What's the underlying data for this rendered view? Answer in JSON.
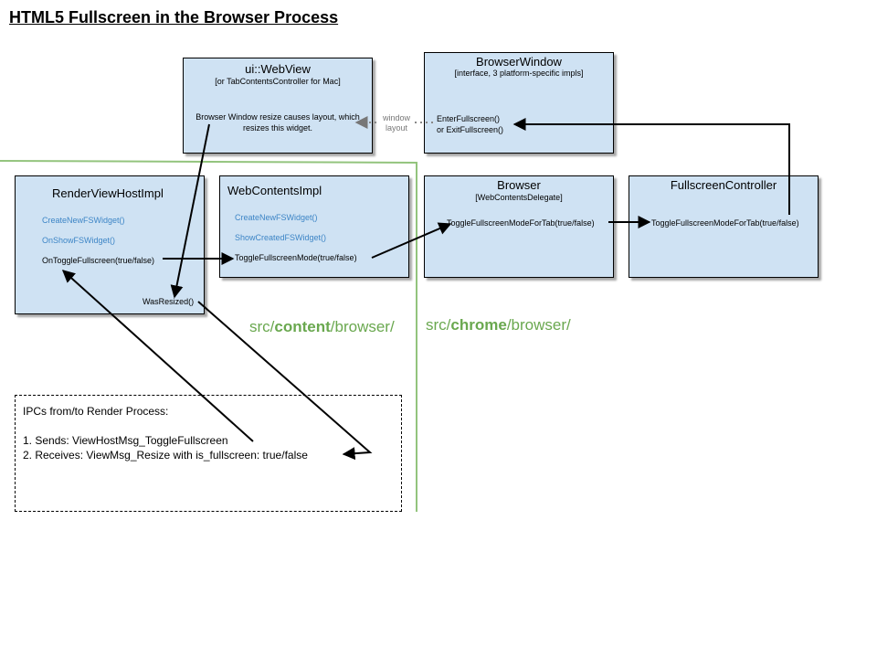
{
  "title": "HTML5 Fullscreen in the Browser Process",
  "webview": {
    "title": "ui::WebView",
    "subtitle": "[or TabContentsController for Mac]",
    "description": "Browser Window resize causes layout, which resizes this widget."
  },
  "browser_window": {
    "title": "BrowserWindow",
    "subtitle": "[interface, 3 platform-specific impls]",
    "method1": "EnterFullscreen()",
    "method2": "or ExitFullscreen()"
  },
  "window_layout_label": [
    "window",
    "layout"
  ],
  "rvhi": {
    "title": "RenderViewHostImpl",
    "methods_blue": [
      "CreateNewFSWidget()",
      "OnShowFSWidget()"
    ],
    "toggle": "OnToggleFullscreen(true/false)",
    "resized": "WasResized()"
  },
  "wci": {
    "title": "WebContentsImpl",
    "methods_blue": [
      "CreateNewFSWidget()",
      "ShowCreatedFSWidget()"
    ],
    "toggle": "ToggleFullscreenMode(true/false)"
  },
  "browser": {
    "title": "Browser",
    "subtitle": "[WebContentsDelegate]",
    "toggle": "ToggleFullscreenModeForTab(true/false)"
  },
  "fsc": {
    "title": "FullscreenController",
    "toggle": "ToggleFullscreenModeForTab(true/false)"
  },
  "label_content": {
    "pre": "src/",
    "bold": "content",
    "post": "/browser/"
  },
  "label_chrome": {
    "pre": "src/",
    "bold": "chrome",
    "post": "/browser/"
  },
  "ipc": {
    "heading": "IPCs from/to Render Process:",
    "line1": "1. Sends: ViewHostMsg_ToggleFullscreen",
    "line2": "2. Receives: ViewMsg_Resize with is_fullscreen: true/false"
  },
  "colors": {
    "box_fill": "#cfe2f3",
    "method_blue": "#3d85c6",
    "region_green": "#6aa84f",
    "boundary_green": "#93c47d"
  }
}
